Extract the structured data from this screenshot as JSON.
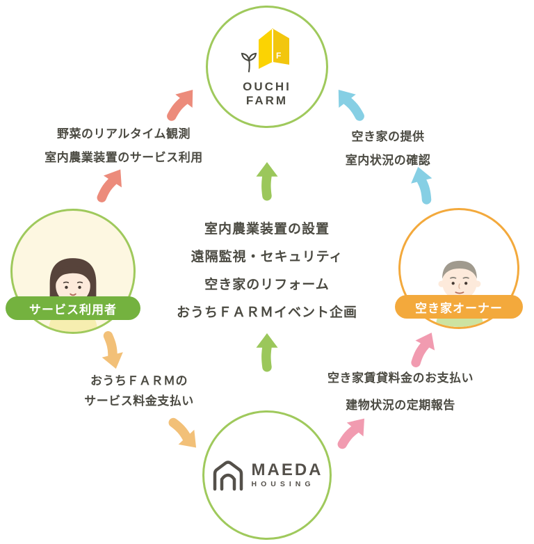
{
  "colors": {
    "circle_green": "#9fc95c",
    "circle_orange": "#f3a93c",
    "badge_green": "#74b23f",
    "badge_orange": "#f3a93c",
    "arrow_coral": "#ec8b7b",
    "arrow_blue": "#86cfe4",
    "arrow_green": "#9bc75b",
    "arrow_orange": "#f2c078",
    "arrow_pink": "#f19bb0",
    "text_dark": "#4b4a42",
    "user_circle_bg": "#fdf7e1",
    "logo_yellow": "#fbd303"
  },
  "ouchi_farm": {
    "line1": "OUCHI",
    "line2": "FARM"
  },
  "maeda": {
    "line1": "MAEDA",
    "line2": "HOUSING"
  },
  "service_user": {
    "badge": "サービス利用者"
  },
  "owner": {
    "badge": "空き家オーナー"
  },
  "center": {
    "line1": "室内農業装置の設置",
    "line2": "遠隔監視・セキュリティ",
    "line3": "空き家のリフォーム",
    "line4": "おうちＦＡＲＭイベント企画"
  },
  "labels": {
    "user_to_farm": {
      "line1": "野菜のリアルタイム観測",
      "line2": "室内農業装置のサービス利用"
    },
    "owner_to_farm": {
      "line1": "空き家の提供",
      "line2": "室内状況の確認"
    },
    "user_to_maeda": {
      "line1": "おうちＦＡＲＭの",
      "line2": "サービス料金支払い"
    },
    "maeda_to_owner": {
      "line1": "空き家賃貸料金のお支払い",
      "line2": "建物状況の定期報告"
    }
  }
}
